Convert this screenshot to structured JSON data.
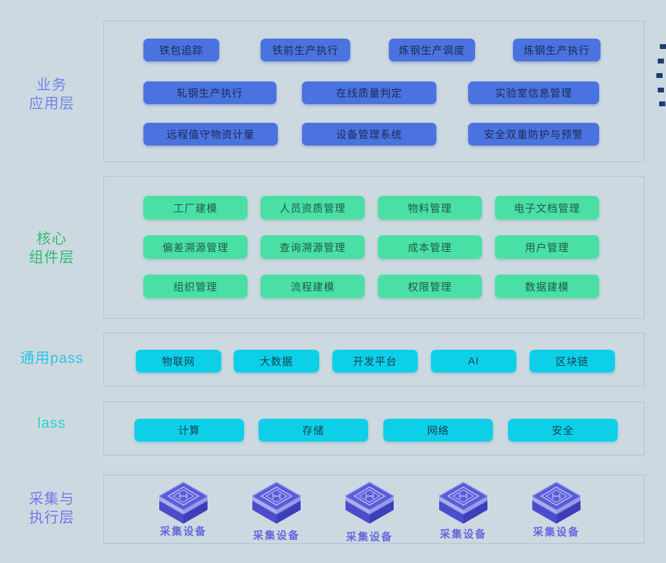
{
  "layers": [
    {
      "name": "business-application-layer",
      "label_lines": [
        "业务",
        "应用层"
      ],
      "buttons": [
        "铁包追踪",
        "铁前生产执行",
        "炼钢生产调度",
        "炼钢生产执行",
        "轧钢生产执行",
        "在线质量判定",
        "实验室信息管理",
        "远程值守物资计量",
        "设备管理系统",
        "安全双重防护与预警"
      ]
    },
    {
      "name": "core-component-layer",
      "label_lines": [
        "核心",
        "组件层"
      ],
      "buttons": [
        "工厂建模",
        "人员资质管理",
        "物料管理",
        "电子文档管理",
        "偏差溯源管理",
        "查询溯源管理",
        "成本管理",
        "用户管理",
        "组织管理",
        "流程建模",
        "权限管理",
        "数据建模"
      ]
    },
    {
      "name": "general-paas-layer",
      "label_lines": [
        "通用pass"
      ],
      "buttons": [
        "物联网",
        "大数据",
        "开发平台",
        "AI",
        "区块链"
      ]
    },
    {
      "name": "iaas-layer",
      "label_lines": [
        "lass"
      ],
      "buttons": [
        "计算",
        "存储",
        "网络",
        "安全"
      ]
    },
    {
      "name": "collection-execution-layer",
      "label_lines": [
        "采集与",
        "执行层"
      ],
      "devices": [
        "采集设备",
        "采集设备",
        "采集设备",
        "采集设备",
        "采集设备"
      ]
    }
  ],
  "colors": {
    "page_background": "#cdd9e0",
    "business_button": "#4b73df",
    "business_label": "#6d87ea",
    "core_button": "#4adfa4",
    "core_label": "#2fba78",
    "paas_button": "#0ecfe8",
    "paas_label": "#2bc3e8",
    "iaas_label": "#28d4c9",
    "device_label": "#6466dd",
    "device_cube": "#5a5cd8",
    "edge_marker": "#1d3d72"
  },
  "edge_marker_count": 5
}
